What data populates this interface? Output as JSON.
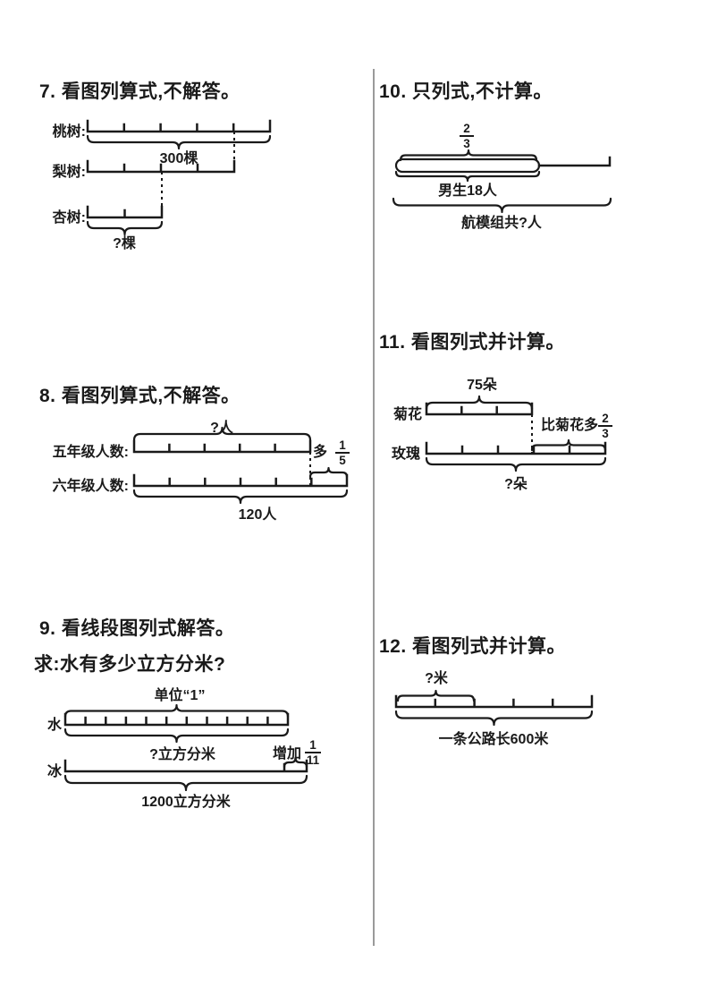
{
  "page": {
    "background": "#ffffff",
    "ink_color": "#1a1a1a",
    "divider_color": "#9a9a9a"
  },
  "problems": {
    "p7": {
      "title": "7. 看图列算式,不解答。",
      "rows": {
        "peach": "桃树:",
        "pear": "梨树:",
        "apricot": "杏树:"
      },
      "total_label": "300棵",
      "unknown_label": "?棵"
    },
    "p8": {
      "title": "8. 看图列算式,不解答。",
      "rows": {
        "grade5": "五年级人数:",
        "grade6": "六年级人数:"
      },
      "top_label": "?人",
      "more_label": "多",
      "fraction": {
        "num": "1",
        "den": "5"
      },
      "bottom_label": "120人"
    },
    "p9": {
      "title": "9. 看线段图列式解答。",
      "question": "求:水有多少立方分米?",
      "unit_label": "单位“1”",
      "rows": {
        "water": "水",
        "ice": "冰"
      },
      "water_label": "?立方分米",
      "increase_label": "增加",
      "fraction": {
        "num": "1",
        "den": "11"
      },
      "bottom_label": "1200立方分米"
    },
    "p10": {
      "title": "10. 只列式,不计算。",
      "fraction": {
        "num": "2",
        "den": "3"
      },
      "boys_label": "男生18人",
      "total_label": "航模组共?人"
    },
    "p11": {
      "title": "11. 看图列式并计算。",
      "top_label": "75朵",
      "rows": {
        "chrysanthemum": "菊花",
        "rose": "玫瑰"
      },
      "more_label": "比菊花多",
      "fraction": {
        "num": "2",
        "den": "3"
      },
      "bottom_label": "?朵"
    },
    "p12": {
      "title": "12. 看图列式并计算。",
      "top_label": "?米",
      "bottom_label": "一条公路长600米"
    }
  }
}
